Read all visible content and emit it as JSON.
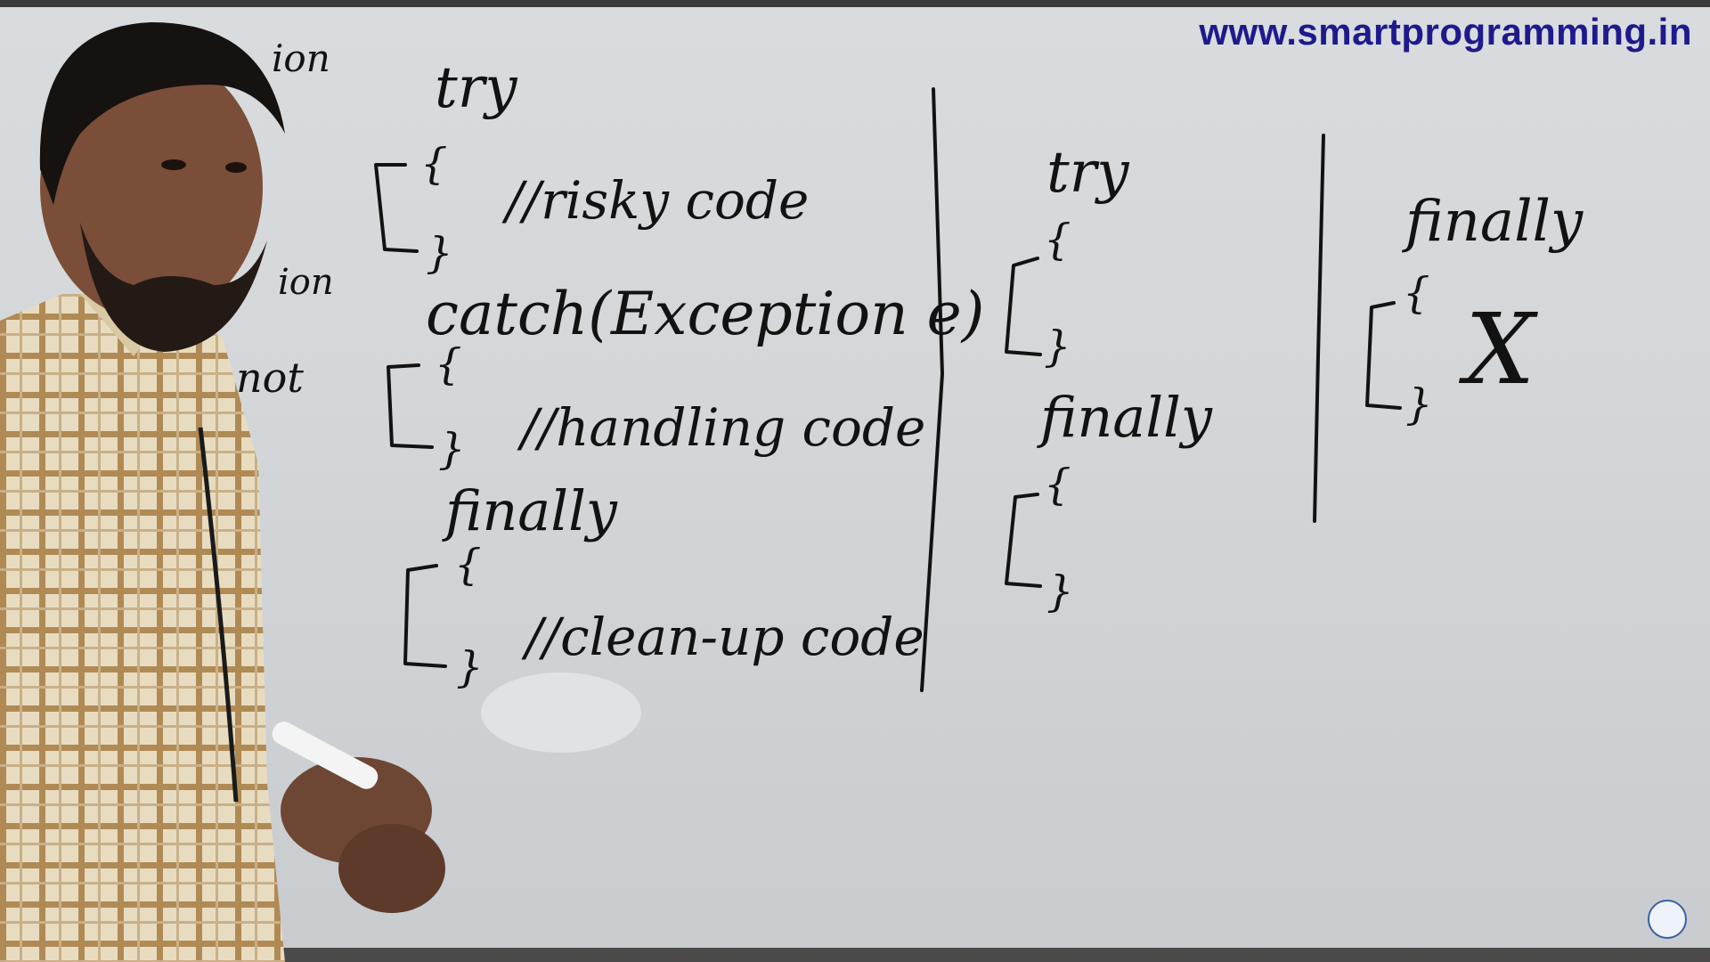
{
  "watermark": {
    "site_url": "www.smartprogramming.in"
  },
  "board": {
    "left_column": {
      "try_keyword": "try",
      "try_comment": "//risky code",
      "catch_clause": "catch(Exception e)",
      "catch_comment": "//handling code",
      "finally_keyword": "finally",
      "finally_comment": "//clean-up code"
    },
    "middle_column": {
      "try_keyword": "try",
      "finally_keyword": "finally"
    },
    "right_column": {
      "finally_keyword": "finally",
      "invalid_mark": "X"
    },
    "partial_margin_words": [
      "ion",
      "ion",
      "not"
    ]
  },
  "colors": {
    "board": "#d6d9db",
    "marker_ink": "#121212",
    "watermark_text": "#1e1a8c",
    "shirt_check": "#b89a6a"
  }
}
